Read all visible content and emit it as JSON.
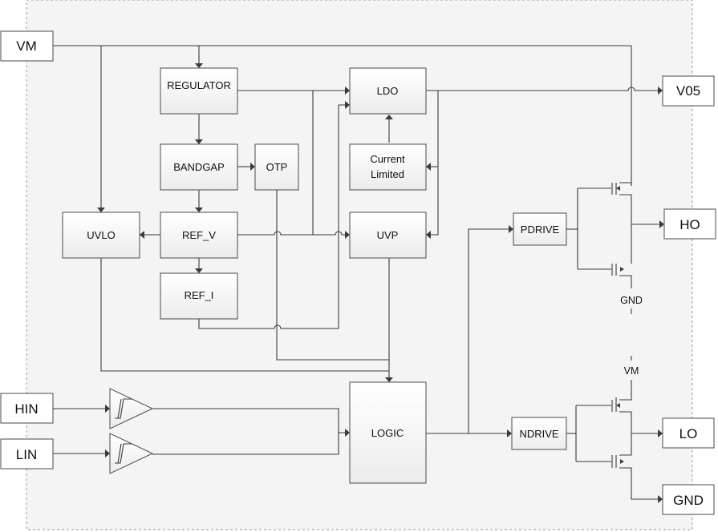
{
  "pins": {
    "vm": "VM",
    "hin": "HIN",
    "lin": "LIN",
    "v05": "V05",
    "ho": "HO",
    "lo": "LO",
    "gnd": "GND"
  },
  "blocks": {
    "regulator": "REGULATOR",
    "bandgap": "BANDGAP",
    "otp": "OTP",
    "ref_v": "REF_V",
    "ref_i": "REF_I",
    "uvlo": "UVLO",
    "ldo": "LDO",
    "current_limited_line1": "Current",
    "current_limited_line2": "Limited",
    "uvp": "UVP",
    "logic": "LOGIC",
    "pdrive": "PDRIVE",
    "ndrive": "NDRIVE"
  },
  "labels": {
    "gnd_high_side": "GND",
    "vm_low_side": "VM"
  }
}
